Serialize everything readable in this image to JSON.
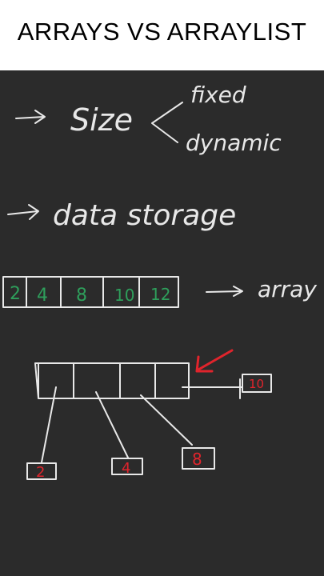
{
  "header": {
    "title": "ARRAYS VS ARRAYLIST",
    "background": "#ffffff",
    "text_color": "#000000"
  },
  "board": {
    "background": "#2b2b2b",
    "chalk_color": "#e8e8e8",
    "green_ink": "#2e9e5b",
    "red_ink": "#e0242c",
    "size_line": {
      "label": "Size",
      "branches": [
        "fixed",
        "dynamic"
      ]
    },
    "storage_line": {
      "label": "data storage"
    },
    "array_example": {
      "values": [
        "2",
        "4",
        "8",
        "10",
        "12"
      ],
      "label": "array"
    },
    "arraylist_example": {
      "refs": [
        "2",
        "4",
        "8"
      ],
      "new_value": "10"
    }
  }
}
